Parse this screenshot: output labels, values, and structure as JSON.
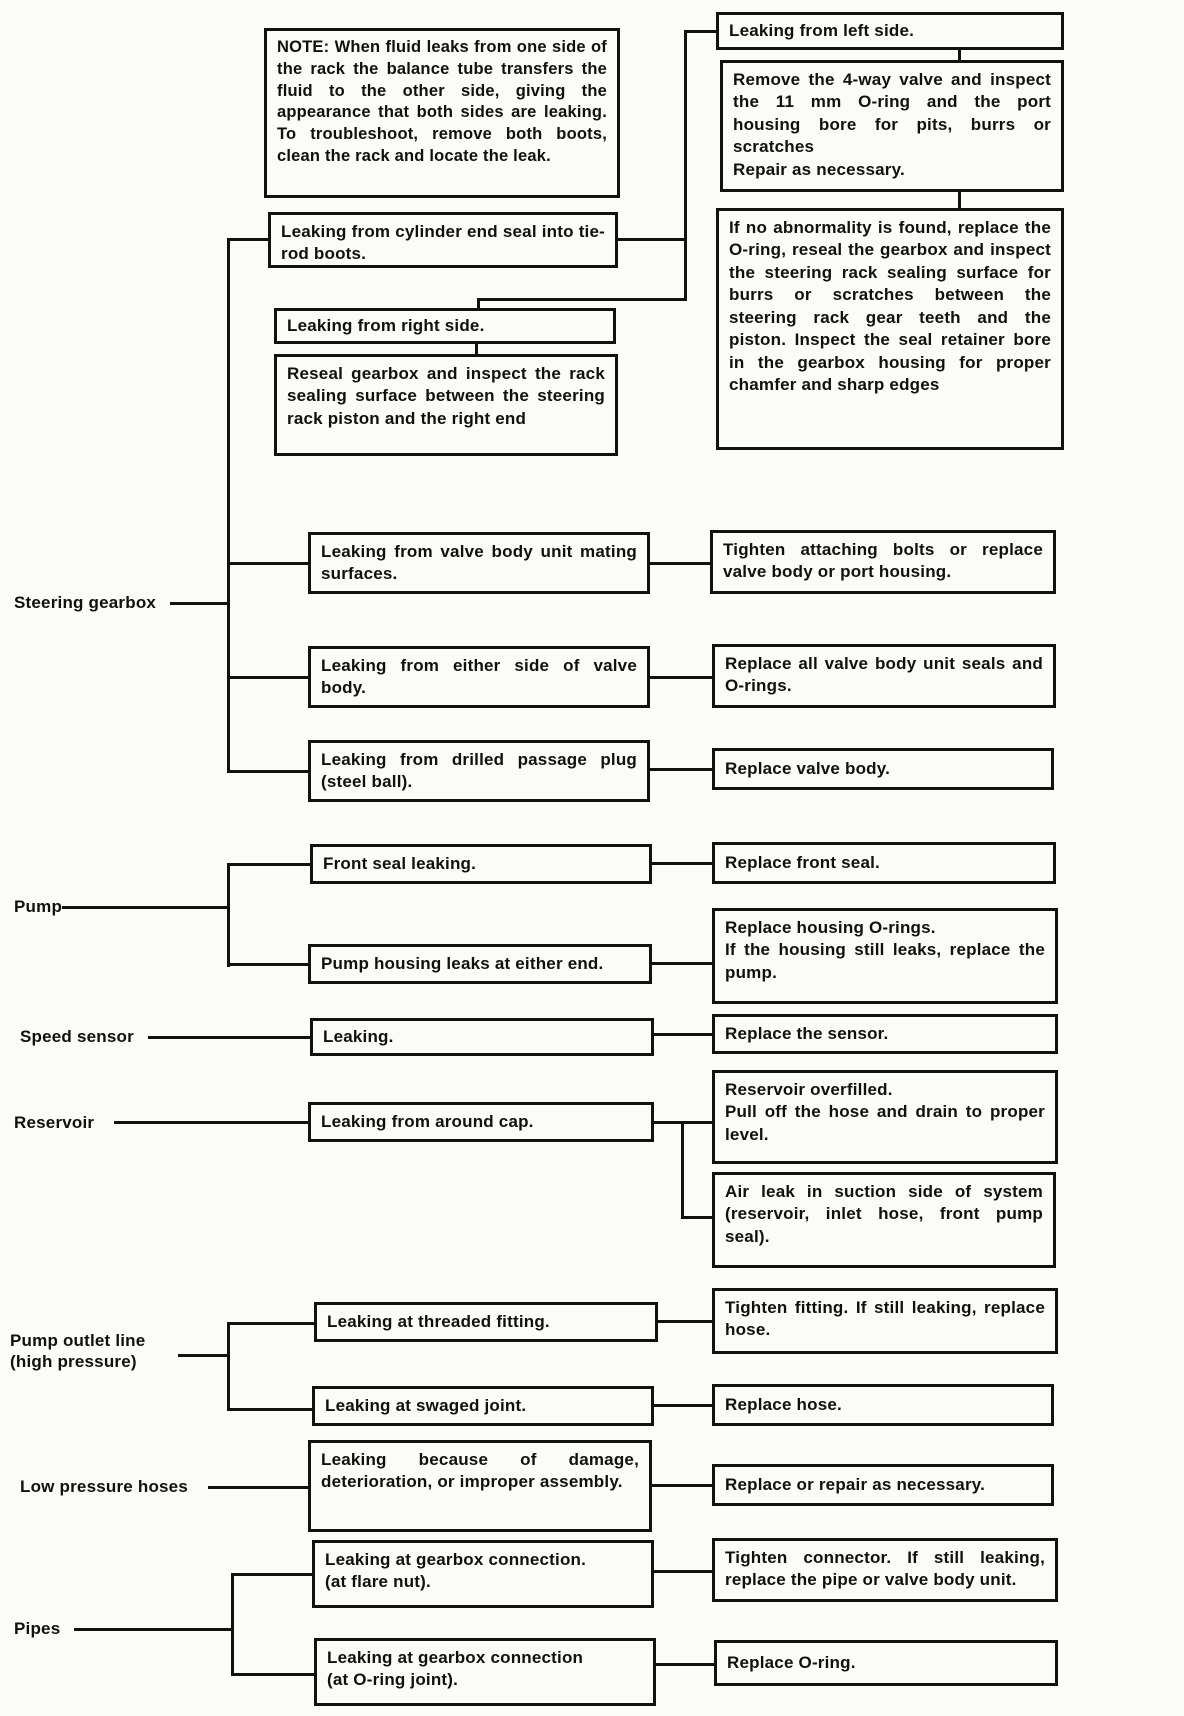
{
  "page": {
    "background": "#fbfbf8",
    "ink": "#111111"
  },
  "labels": {
    "steering_gearbox": "Steering gearbox",
    "pump": "Pump",
    "speed_sensor": "Speed sensor",
    "reservoir": "Reservoir",
    "pump_outlet_line": "Pump outlet line (high pressure)",
    "low_pressure_hoses": "Low pressure hoses",
    "pipes": "Pipes"
  },
  "boxes": {
    "note": {
      "text": "NOTE: When fluid leaks from one side of the rack the balance tube transfers the fluid to the other side, giving the appearance that both sides are leaking. To troubleshoot, remove both boots, clean the rack and locate the leak."
    },
    "leaking_left_side": {
      "text": "Leaking from left side."
    },
    "remove_4way_valve": {
      "line1": "Remove the 4-way valve and inspect the 11 mm O-ring and the port housing bore for pits, burrs or scratches",
      "line2": "Repair as necessary."
    },
    "no_abnormality": {
      "text": "If no abnormality is found, replace the O-ring, reseal the gearbox and inspect the steering rack sealing surface for burrs or scratches between the steering rack gear teeth and the piston. Inspect the seal retainer bore in the gearbox housing for proper chamfer and sharp edges"
    },
    "cylinder_end_seal": {
      "text": "Leaking from cylinder end seal into tie-rod boots."
    },
    "leaking_right_side": {
      "text": "Leaking from right side."
    },
    "reseal_gearbox": {
      "text": "Reseal gearbox and inspect the rack sealing surface between the steering rack piston and the right end"
    },
    "valve_body_mating": {
      "text": "Leaking from valve body unit mating surfaces."
    },
    "tighten_bolts": {
      "text": "Tighten attaching bolts or replace valve body or port housing."
    },
    "either_side_valve_body": {
      "text": "Leaking from either side of valve body."
    },
    "replace_seals_orings": {
      "text": "Replace all valve body unit seals and O-rings."
    },
    "drilled_passage_plug": {
      "text": "Leaking from drilled passage plug (steel ball)."
    },
    "replace_valve_body": {
      "text": "Replace valve body."
    },
    "front_seal_leaking": {
      "text": "Front seal leaking."
    },
    "replace_front_seal": {
      "text": "Replace front seal."
    },
    "pump_housing_leaks": {
      "text": "Pump housing leaks at either end."
    },
    "replace_housing_orings": {
      "line1": "Replace housing O-rings.",
      "line2": "If the housing still leaks, replace the pump."
    },
    "sensor_leaking": {
      "text": "Leaking."
    },
    "replace_sensor": {
      "text": "Replace the sensor."
    },
    "leaking_around_cap": {
      "text": "Leaking from around cap."
    },
    "reservoir_overfilled": {
      "line1": "Reservoir overfilled.",
      "line2": "Pull off the hose and drain to proper level."
    },
    "air_leak_suction": {
      "text": "Air leak in suction side of system (reservoir, inlet hose, front pump seal)."
    },
    "threaded_fitting": {
      "text": "Leaking at threaded fitting."
    },
    "tighten_fitting": {
      "text": "Tighten fitting. If still leaking, replace hose."
    },
    "swaged_joint": {
      "text": "Leaking at swaged joint."
    },
    "replace_hose": {
      "text": "Replace hose."
    },
    "damage_deterioration": {
      "text": "Leaking because of damage, deterioration, or improper assembly."
    },
    "replace_or_repair": {
      "text": "Replace or repair as necessary."
    },
    "gearbox_flare_nut": {
      "line1": "Leaking at gearbox connection.",
      "line2": "(at flare nut)."
    },
    "tighten_connector": {
      "text": "Tighten connector. If still leaking, replace the pipe or valve body unit."
    },
    "gearbox_oring_joint": {
      "line1": "Leaking at gearbox connection",
      "line2": "(at O-ring joint)."
    },
    "replace_oring": {
      "text": "Replace O-ring."
    }
  }
}
